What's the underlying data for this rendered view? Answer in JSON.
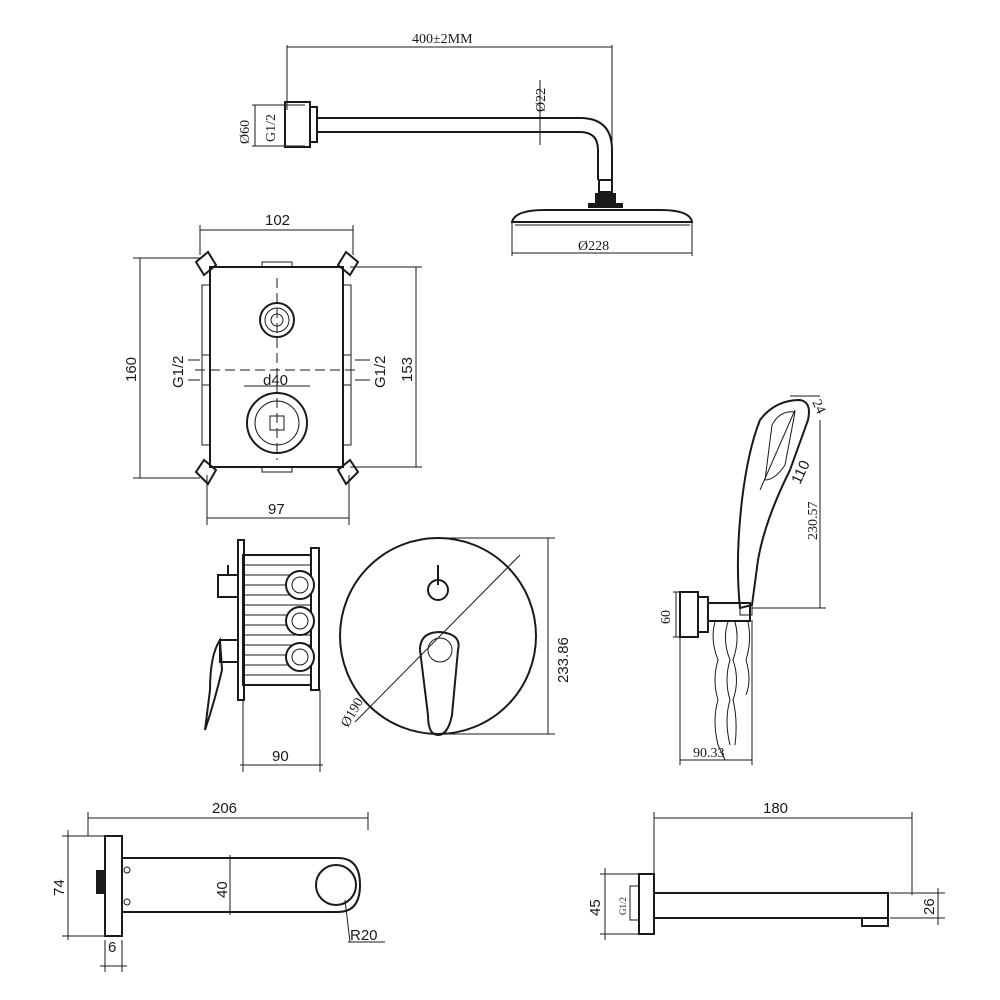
{
  "shower_arm": {
    "length": "400±2MM",
    "pipe_diameter": "Ø22",
    "flange_diameter": "Ø60",
    "thread": "G1/2",
    "head_diameter": "Ø228"
  },
  "valve_box": {
    "width_top": "102",
    "width_bottom": "97",
    "height_left": "160",
    "height_right": "153",
    "thread_left": "G1/2",
    "thread_right": "G1/2",
    "port": "d40"
  },
  "valve_side": {
    "depth": "90"
  },
  "trim_plate": {
    "height": "233.86",
    "diameter": "Ø190"
  },
  "hand_shower": {
    "top": "24",
    "head": "110",
    "length": "230.57",
    "bracket": "60",
    "projection": "90.33"
  },
  "spout_top": {
    "length": "206",
    "height": "74",
    "width": "40",
    "radius": "R20",
    "plate": "6"
  },
  "spout_side": {
    "length": "180",
    "plate_height": "45",
    "thread": "G1/2",
    "outlet": "26"
  }
}
